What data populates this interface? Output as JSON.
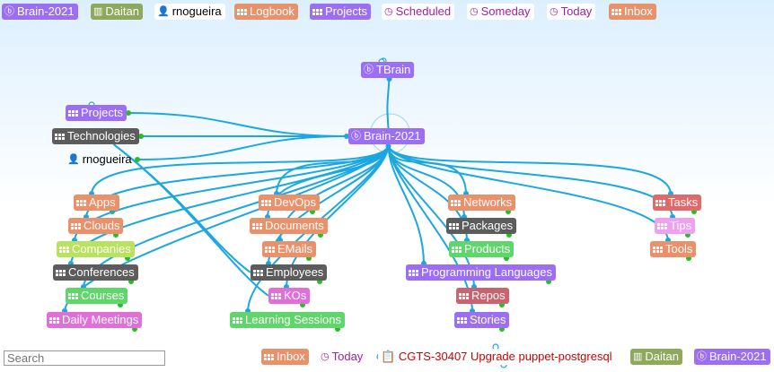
{
  "top_bar": [
    {
      "label": "Brain-2021",
      "icon": "brain-icon",
      "style": "c-purple"
    },
    {
      "label": "Daitan",
      "icon": "building-icon",
      "style": "c-olive"
    },
    {
      "label": "rnogueira",
      "icon": "person-icon",
      "style": "c-white2"
    },
    {
      "label": "Logbook",
      "icon": "grid-icon",
      "style": "c-orange"
    },
    {
      "label": "Projects",
      "icon": "grid-icon",
      "style": "c-purple"
    },
    {
      "label": "Scheduled",
      "icon": "clock-icon",
      "style": "c-white"
    },
    {
      "label": "Someday",
      "icon": "clock-icon",
      "style": "c-white"
    },
    {
      "label": "Today",
      "icon": "clock-icon",
      "style": "c-white"
    },
    {
      "label": "Inbox",
      "icon": "grid-icon",
      "style": "c-orange"
    }
  ],
  "graph": {
    "parent": {
      "label": "TBrain",
      "icon": "brain-icon"
    },
    "active": {
      "label": "Brain-2021",
      "icon": "brain-icon"
    },
    "left_nodes": [
      {
        "label": "Projects"
      },
      {
        "label": "Technologies"
      },
      {
        "label": "rnogueira"
      }
    ],
    "children": [
      {
        "label": "Apps"
      },
      {
        "label": "Clouds"
      },
      {
        "label": "Companies"
      },
      {
        "label": "Conferences"
      },
      {
        "label": "Courses"
      },
      {
        "label": "Daily Meetings"
      },
      {
        "label": "DevOps"
      },
      {
        "label": "Documents"
      },
      {
        "label": "EMails"
      },
      {
        "label": "Employees"
      },
      {
        "label": "KOs"
      },
      {
        "label": "Learning Sessions"
      },
      {
        "label": "Networks"
      },
      {
        "label": "Packages"
      },
      {
        "label": "Products"
      },
      {
        "label": "Programming Languages"
      },
      {
        "label": "Repos"
      },
      {
        "label": "Stories"
      },
      {
        "label": "Tasks"
      },
      {
        "label": "Tips"
      },
      {
        "label": "Tools"
      }
    ]
  },
  "bottom_bar": {
    "search_placeholder": "Search",
    "items": [
      {
        "label": "Inbox",
        "icon": "grid-icon",
        "style": "c-orange"
      },
      {
        "label": "Today",
        "icon": "clock-icon",
        "style": "c-white"
      },
      {
        "label": "CGTS-30407 Upgrade puppet-postgresql",
        "icon": "task-icon",
        "style": "red-text"
      },
      {
        "label": "Daitan",
        "icon": "building-icon",
        "style": "c-olive"
      },
      {
        "label": "Brain-2021",
        "icon": "brain-icon",
        "style": "c-purple"
      }
    ]
  },
  "colors": {
    "link": "#1ba7e0",
    "green_dot": "#22c022",
    "blue_dot": "#1ba7e0"
  }
}
